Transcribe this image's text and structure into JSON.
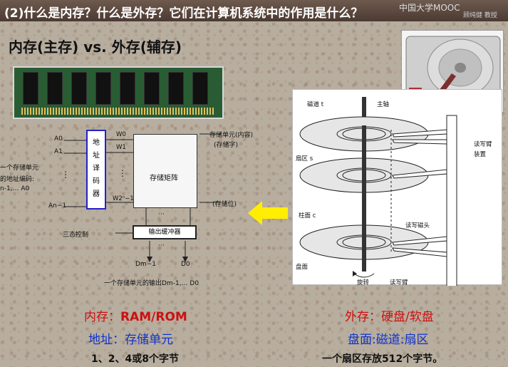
{
  "title": "(2)什么是内存？什么是外存？它们在计算机系统中的作用是什么？",
  "watermark": "中国大学MOOC",
  "watermark2": "顾纯健 教授",
  "subtitle": "内存(主存) vs. 外存(辅存)",
  "left_diagram": {
    "addr_A0": "A0",
    "addr_A1": "A1",
    "addr_An1": "An−1",
    "dots": "⋮",
    "w0": "W0",
    "w1": "W1",
    "wn": "W2ⁿ−1",
    "decoder_label": [
      "地",
      "址",
      "译",
      "码",
      "器"
    ],
    "matrix_label": "存储矩阵",
    "storage_unit": "存储单元(内容)",
    "storage_word": "(存储字)",
    "storage_bit": "(存储位)",
    "tristate": "三态控制",
    "buffer_label": "输出缓冲器",
    "d_high": "Dm−1",
    "d_low": "D0",
    "dots_h": "···",
    "left_note_1": "一个存储单元",
    "left_note_2": "的地址编码:",
    "left_note_3": "n-1,… A0",
    "output_caption": "一个存储单元的输出Dm-1,… D0"
  },
  "disk_diagram": {
    "track": "磁道 t",
    "spindle": "主轴",
    "sector": "扇区 s",
    "cylinder": "柱面 c",
    "platter": "盘面",
    "rw_arm_support": "读写臂",
    "rw_device": "装置",
    "rw_head": "读写磁头",
    "rw_arm": "读写臂",
    "rotation": "旋转"
  },
  "bottom": {
    "left_1_prefix": "内存：",
    "left_1_value": "RAM/ROM",
    "left_2": "地址：存储单元",
    "left_3": "1、2、4或8个字节",
    "right_1": "外存：硬盘/软盘",
    "right_2": "盘面:磁道:扇区",
    "right_3": "一个扇区存放512个字节。"
  },
  "colors": {
    "accent_red": "#cc1111",
    "accent_blue": "#1133cc",
    "arrow_yellow": "#ffee00",
    "decoder_blue": "#2222cc"
  }
}
